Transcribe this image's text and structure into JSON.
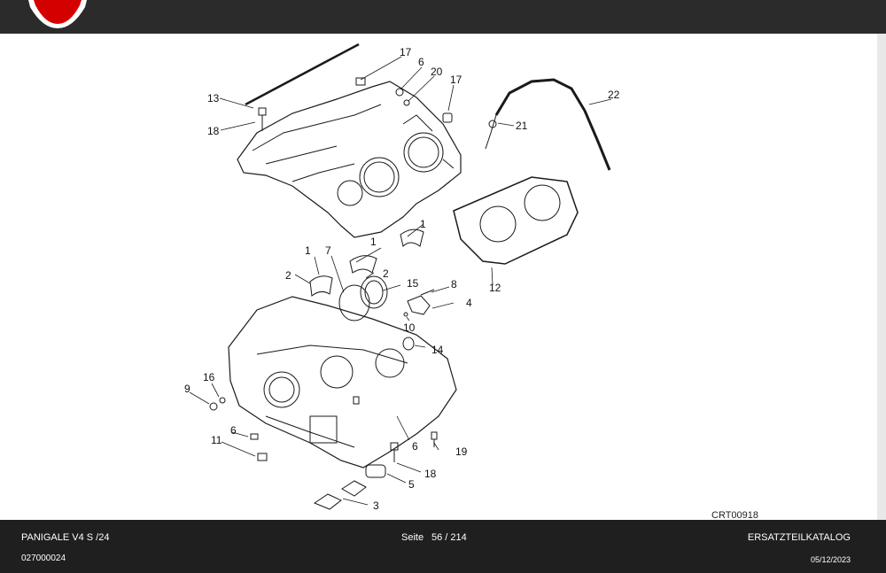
{
  "footer": {
    "model": "PANIGALE V4 S /24",
    "page_label": "Seite",
    "page_number": "56 / 214",
    "catalog": "ERSATZTEILKATALOG",
    "doc_code": "027000024",
    "date": "05/12/2023"
  },
  "diagram": {
    "reference": "CRT00918",
    "callouts": {
      "c1a": "1",
      "c1b": "1",
      "c1c": "1",
      "c2a": "2",
      "c2b": "2",
      "c3": "3",
      "c4": "4",
      "c5": "5",
      "c6a": "6",
      "c6b": "6",
      "c6c": "6",
      "c7": "7",
      "c8": "8",
      "c9": "9",
      "c10": "10",
      "c11": "11",
      "c12": "12",
      "c13": "13",
      "c14": "14",
      "c15": "15",
      "c16": "16",
      "c17a": "17",
      "c17b": "17",
      "c18a": "18",
      "c18b": "18",
      "c19": "19",
      "c20": "20",
      "c21": "21",
      "c22": "22"
    }
  },
  "colors": {
    "brand_red": "#d40000",
    "header_bg": "#2b2b2b",
    "footer_bg": "#1f1f1f"
  },
  "icons": {
    "logo": "ducati-shield-logo"
  }
}
